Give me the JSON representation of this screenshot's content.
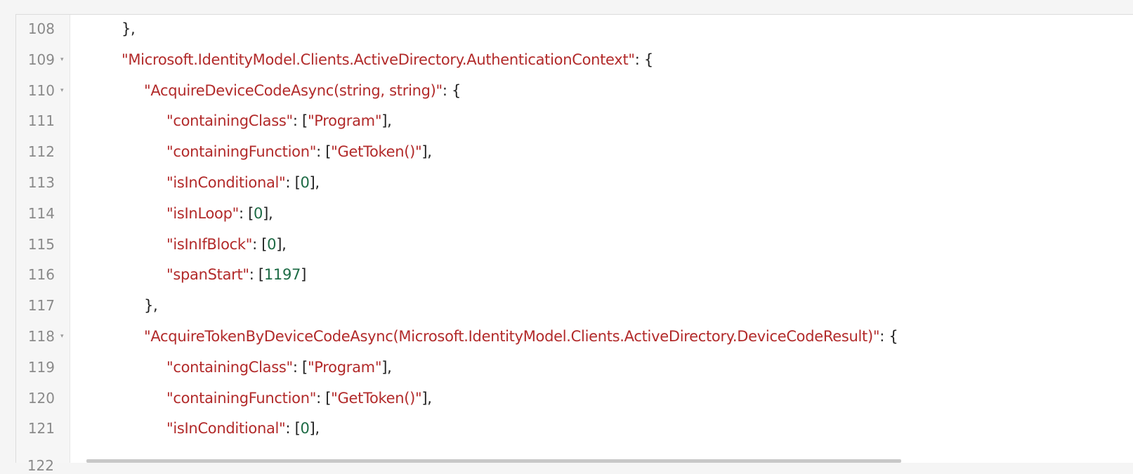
{
  "lines": [
    {
      "n": "108",
      "fold": false,
      "indent": 1,
      "tokens": [
        {
          "t": "punc",
          "v": "},"
        }
      ]
    },
    {
      "n": "109",
      "fold": true,
      "indent": 1,
      "tokens": [
        {
          "t": "key",
          "v": "\"Microsoft.IdentityModel.Clients.ActiveDirectory.AuthenticationContext\""
        },
        {
          "t": "punc",
          "v": ": {"
        }
      ]
    },
    {
      "n": "110",
      "fold": true,
      "indent": 2,
      "tokens": [
        {
          "t": "key",
          "v": "\"AcquireDeviceCodeAsync(string, string)\""
        },
        {
          "t": "punc",
          "v": ": {"
        }
      ]
    },
    {
      "n": "111",
      "fold": false,
      "indent": 3,
      "tokens": [
        {
          "t": "key",
          "v": "\"containingClass\""
        },
        {
          "t": "punc",
          "v": ": ["
        },
        {
          "t": "str",
          "v": "\"Program\""
        },
        {
          "t": "punc",
          "v": "],"
        }
      ]
    },
    {
      "n": "112",
      "fold": false,
      "indent": 3,
      "tokens": [
        {
          "t": "key",
          "v": "\"containingFunction\""
        },
        {
          "t": "punc",
          "v": ": ["
        },
        {
          "t": "str",
          "v": "\"GetToken()\""
        },
        {
          "t": "punc",
          "v": "],"
        }
      ]
    },
    {
      "n": "113",
      "fold": false,
      "indent": 3,
      "tokens": [
        {
          "t": "key",
          "v": "\"isInConditional\""
        },
        {
          "t": "punc",
          "v": ": ["
        },
        {
          "t": "num",
          "v": "0"
        },
        {
          "t": "punc",
          "v": "],"
        }
      ]
    },
    {
      "n": "114",
      "fold": false,
      "indent": 3,
      "tokens": [
        {
          "t": "key",
          "v": "\"isInLoop\""
        },
        {
          "t": "punc",
          "v": ": ["
        },
        {
          "t": "num",
          "v": "0"
        },
        {
          "t": "punc",
          "v": "],"
        }
      ]
    },
    {
      "n": "115",
      "fold": false,
      "indent": 3,
      "tokens": [
        {
          "t": "key",
          "v": "\"isInIfBlock\""
        },
        {
          "t": "punc",
          "v": ": ["
        },
        {
          "t": "num",
          "v": "0"
        },
        {
          "t": "punc",
          "v": "],"
        }
      ]
    },
    {
      "n": "116",
      "fold": false,
      "indent": 3,
      "tokens": [
        {
          "t": "key",
          "v": "\"spanStart\""
        },
        {
          "t": "punc",
          "v": ": ["
        },
        {
          "t": "num",
          "v": "1197"
        },
        {
          "t": "punc",
          "v": "]"
        }
      ]
    },
    {
      "n": "117",
      "fold": false,
      "indent": 2,
      "tokens": [
        {
          "t": "punc",
          "v": "},"
        }
      ]
    },
    {
      "n": "118",
      "fold": true,
      "indent": 2,
      "tokens": [
        {
          "t": "key",
          "v": "\"AcquireTokenByDeviceCodeAsync(Microsoft.IdentityModel.Clients.ActiveDirectory.DeviceCodeResult)\""
        },
        {
          "t": "punc",
          "v": ": {"
        }
      ]
    },
    {
      "n": "119",
      "fold": false,
      "indent": 3,
      "tokens": [
        {
          "t": "key",
          "v": "\"containingClass\""
        },
        {
          "t": "punc",
          "v": ": ["
        },
        {
          "t": "str",
          "v": "\"Program\""
        },
        {
          "t": "punc",
          "v": "],"
        }
      ]
    },
    {
      "n": "120",
      "fold": false,
      "indent": 3,
      "tokens": [
        {
          "t": "key",
          "v": "\"containingFunction\""
        },
        {
          "t": "punc",
          "v": ": ["
        },
        {
          "t": "str",
          "v": "\"GetToken()\""
        },
        {
          "t": "punc",
          "v": "],"
        }
      ]
    },
    {
      "n": "121",
      "fold": false,
      "indent": 3,
      "tokens": [
        {
          "t": "key",
          "v": "\"isInConditional\""
        },
        {
          "t": "punc",
          "v": ": ["
        },
        {
          "t": "num",
          "v": "0"
        },
        {
          "t": "punc",
          "v": "],"
        }
      ]
    }
  ],
  "fold_glyph": "▾",
  "partial_line_number": "122",
  "colors": {
    "key": "#b22a2a",
    "string": "#b22a2a",
    "number": "#1d6b45",
    "punctuation": "#222222",
    "line_number": "#8a8a8a"
  }
}
